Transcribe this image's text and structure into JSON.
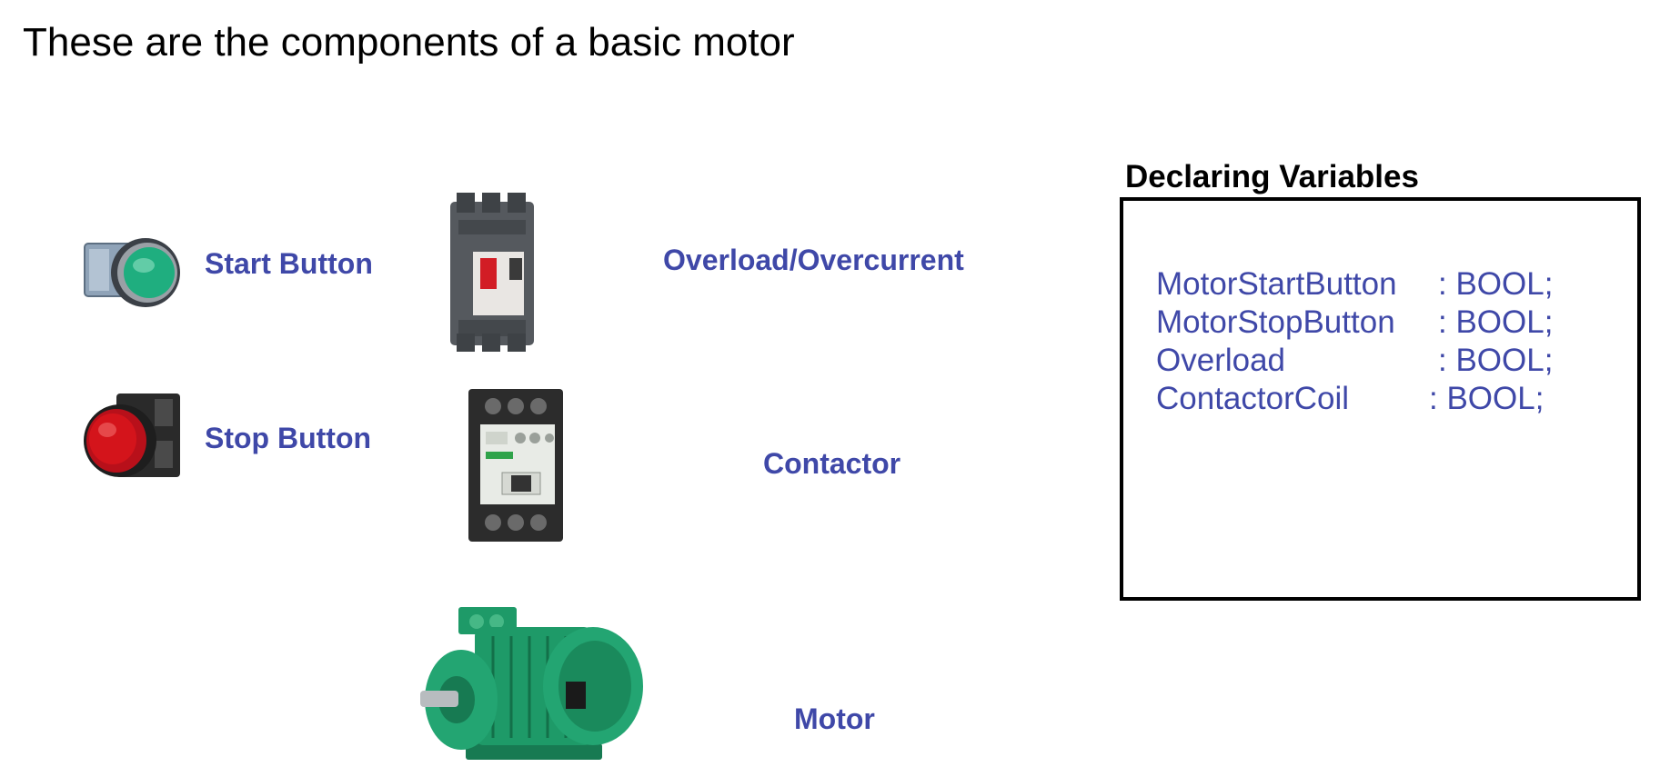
{
  "title": "These are the components of a basic motor",
  "components": {
    "start_button": "Start Button",
    "stop_button": "Stop Button",
    "overload": "Overload/Overcurrent",
    "contactor": "Contactor",
    "motor": "Motor"
  },
  "declarations": {
    "heading": "Declaring Variables",
    "variables": [
      {
        "name": "MotorStartButton",
        "type": ": BOOL;"
      },
      {
        "name": "MotorStopButton",
        "type": ": BOOL;"
      },
      {
        "name": "Overload",
        "type": ": BOOL;"
      },
      {
        "name": "ContactorCoil",
        "type": ": BOOL;"
      }
    ]
  },
  "colors": {
    "label": "#3f48a8",
    "start_button": "#1fae7f",
    "stop_button": "#d4141b",
    "motor": "#1e9a68"
  }
}
